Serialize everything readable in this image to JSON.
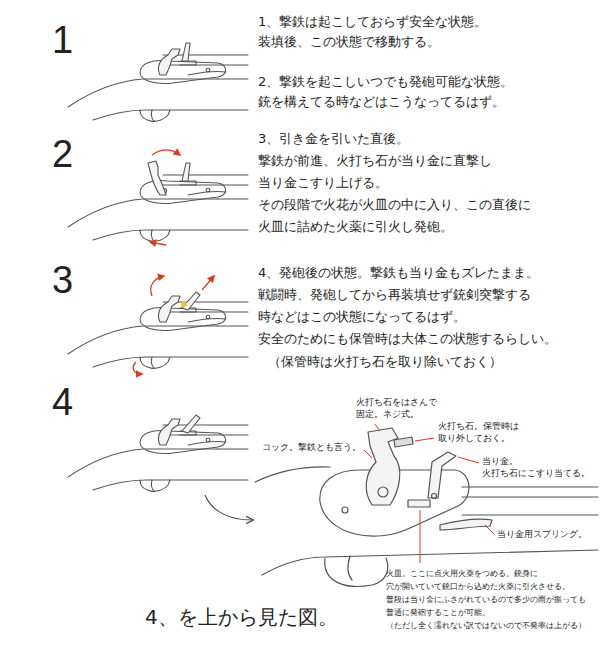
{
  "diagram": {
    "labels": [
      "1",
      "2",
      "3",
      "4",
      "1、撃鉄は起こしておらず安全な状態。 装填後、この状態で移動する。",
      "2、撃鉄を起こしいつでも発砲可能な状態。 銃を構えてる時などはこうなってるはず。",
      "3、引き金を引いた直後。 撃鉄が前進、火打ち石が当り金に直撃し 当り金こすり上げる。 その段階で火花が火皿の中に入り、この直後に 火皿に詰めた火薬に引火し発砲。",
      "4、発砲後の状態。撃鉄も当り金もズレたまま。 戦闘時、発砲してから再装填せず銃剣突撃する 時などはこの状態になってるはず。 安全のためにも保管時は大体この状態するらしい。",
      "（保管時は火打ち石を取り除いておく）",
      "火打ち石をはさんで 固定。ネジ式。",
      "火打ち石。保管時は 取り外しておく。",
      "コック。撃鉄とも言う。",
      "当り金。 火打ち石にこすり当てる。",
      "当り金用スプリング。",
      "火皿。ここに点火用火薬をつめる。銃身に 穴が開いていて銃口から込めた火薬に引火させる。 普段は当り金にふさがれているので多少の雨が振っても 普通に発砲することが可能。 （ただし全く濡れない訳ではないので不発率は上がる）",
      "4、を上から見た図。"
    ]
  }
}
